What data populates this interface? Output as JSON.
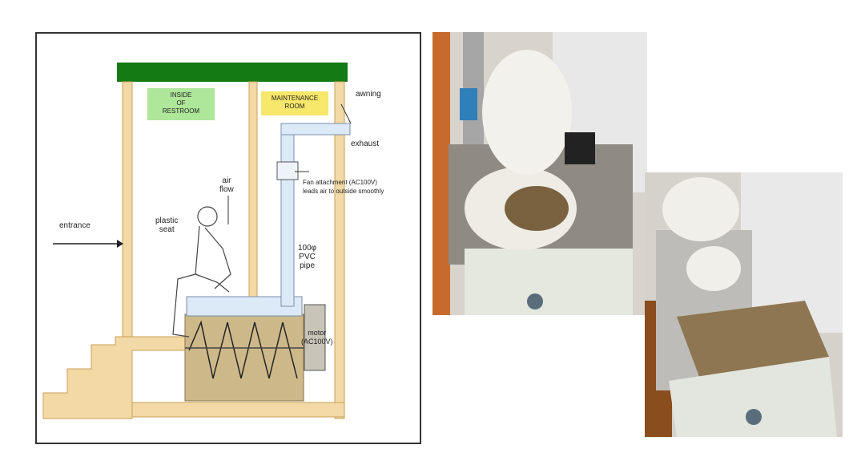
{
  "diagram": {
    "inside_label": [
      "INSIDE",
      "OF",
      "RESTROOM"
    ],
    "maintenance_label": [
      "MAINTENANCE",
      "ROOM"
    ],
    "awning": "awning",
    "exhaust": "exhaust",
    "fan_label": [
      "Fan attachment (AC100V)",
      "leads air to outside smoothly"
    ],
    "air_flow": [
      "air",
      "flow"
    ],
    "entrance": "entrance",
    "plastic_seat": [
      "plastic",
      "seat"
    ],
    "pvc_pipe": [
      "100φ",
      "PVC",
      "pipe"
    ],
    "motor": [
      "motor",
      "(AC100V)"
    ]
  },
  "colors": {
    "roof": "#137a14",
    "wall": "#f2d9a6",
    "wall_edge": "#c8a15a",
    "inside_box": "#aee69a",
    "maintenance_box": "#f7e76a",
    "pipe": "#dce9f7",
    "tank": "#cdb88a"
  }
}
